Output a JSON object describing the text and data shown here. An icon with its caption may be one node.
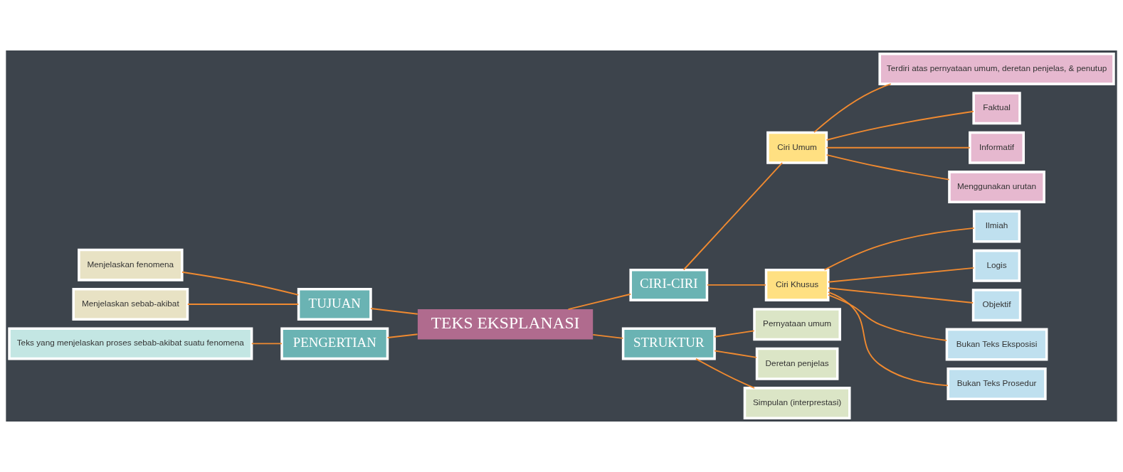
{
  "diagram": {
    "nodes": [
      {
        "text": [
          "TEKS EKSPLANASI"
        ]
      },
      {
        "text": [
          "TUJUAN"
        ]
      },
      {
        "text": [
          "Menjelaskan fenomena"
        ]
      },
      {
        "text": [
          "Menjelaskan sebab-akibat"
        ]
      },
      {
        "text": [
          "PENGERTIAN"
        ]
      },
      {
        "text": [
          "Teks yang menjelaskan proses sebab-akibat suatu fenomena"
        ]
      },
      {
        "text": [
          "CIRI-CIRI"
        ]
      },
      {
        "text": [
          "Ciri Umum"
        ]
      },
      {
        "text": [
          "Terdiri atas pernyataan umum, deretan penjelas, & penutup"
        ]
      },
      {
        "text": [
          "Faktual"
        ]
      },
      {
        "text": [
          "Informatif"
        ]
      },
      {
        "text": [
          "Menggunakan urutan"
        ]
      },
      {
        "text": [
          "Ciri Khusus"
        ]
      },
      {
        "text": [
          "Ilmiah"
        ]
      },
      {
        "text": [
          "Logis"
        ]
      },
      {
        "text": [
          "Objektif"
        ]
      },
      {
        "text": [
          "Bukan Teks Eksposisi"
        ]
      },
      {
        "text": [
          "Bukan Teks Prosedur"
        ]
      },
      {
        "text": [
          "STRUKTUR"
        ]
      },
      {
        "text": [
          "Pernyataan umum"
        ]
      },
      {
        "text": [
          "Deretan penjelas"
        ]
      },
      {
        "text": [
          "Simpulan (interprestasi)"
        ]
      }
    ],
    "edges": [
      {
        "from": 0,
        "to": 1,
        "arrow": "none"
      },
      {
        "from": 1,
        "to": 2,
        "arrow": "none"
      },
      {
        "from": 1,
        "to": 3,
        "arrow": "none"
      },
      {
        "from": 0,
        "to": 4,
        "arrow": "none"
      },
      {
        "from": 4,
        "to": 5,
        "arrow": "none"
      },
      {
        "from": 0,
        "to": 6,
        "arrow": "none"
      },
      {
        "from": 6,
        "to": 7,
        "arrow": "none"
      },
      {
        "from": 7,
        "to": 8,
        "arrow": "none"
      },
      {
        "from": 7,
        "to": 9,
        "arrow": "none"
      },
      {
        "from": 7,
        "to": 10,
        "arrow": "none"
      },
      {
        "from": 7,
        "to": 11,
        "arrow": "none"
      },
      {
        "from": 6,
        "to": 12,
        "arrow": "none"
      },
      {
        "from": 12,
        "to": 13,
        "arrow": "none"
      },
      {
        "from": 12,
        "to": 14,
        "arrow": "none"
      },
      {
        "from": 12,
        "to": 15,
        "arrow": "none"
      },
      {
        "from": 12,
        "to": 16,
        "arrow": "none"
      },
      {
        "from": 12,
        "to": 17,
        "arrow": "none"
      },
      {
        "from": 0,
        "to": 18,
        "arrow": "none"
      },
      {
        "from": 18,
        "to": 19,
        "arrow": "none"
      },
      {
        "from": 18,
        "to": 20,
        "arrow": "none"
      },
      {
        "from": 18,
        "to": 21,
        "arrow": "none"
      }
    ]
  }
}
